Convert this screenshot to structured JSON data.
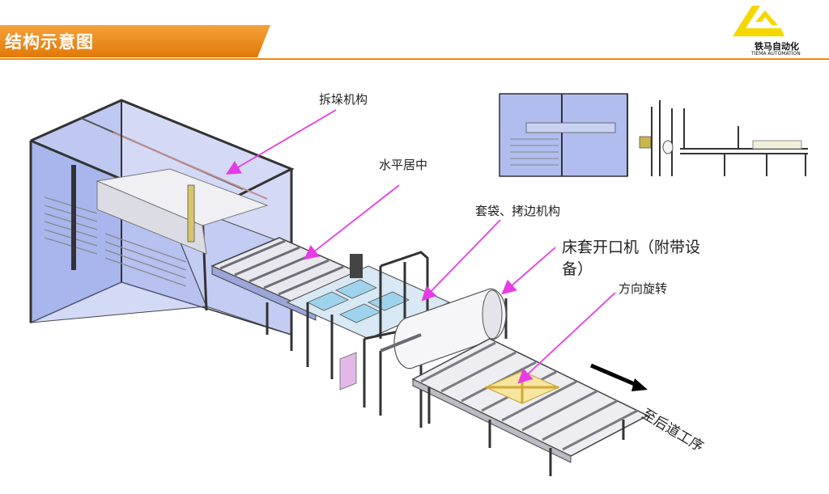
{
  "header": {
    "title": "结构示意图",
    "band_color": "#f08a10"
  },
  "logo": {
    "name_cn": "铁马自动化",
    "name_en": "TIEMA AUTOMATION",
    "mark_color": "#f5d800"
  },
  "labels": {
    "destacking": "拆垛机构",
    "centering": "水平居中",
    "bagging": "套袋、拷边机构",
    "opener_line1": "床套开口机（附带设",
    "opener_line2": "备）",
    "rotation": "方向旋转",
    "next_process": "至后道工序"
  },
  "colors": {
    "arrow": "#e63ce6",
    "frame_blue": "#5a6fd0",
    "roller": "#7a7a82"
  }
}
